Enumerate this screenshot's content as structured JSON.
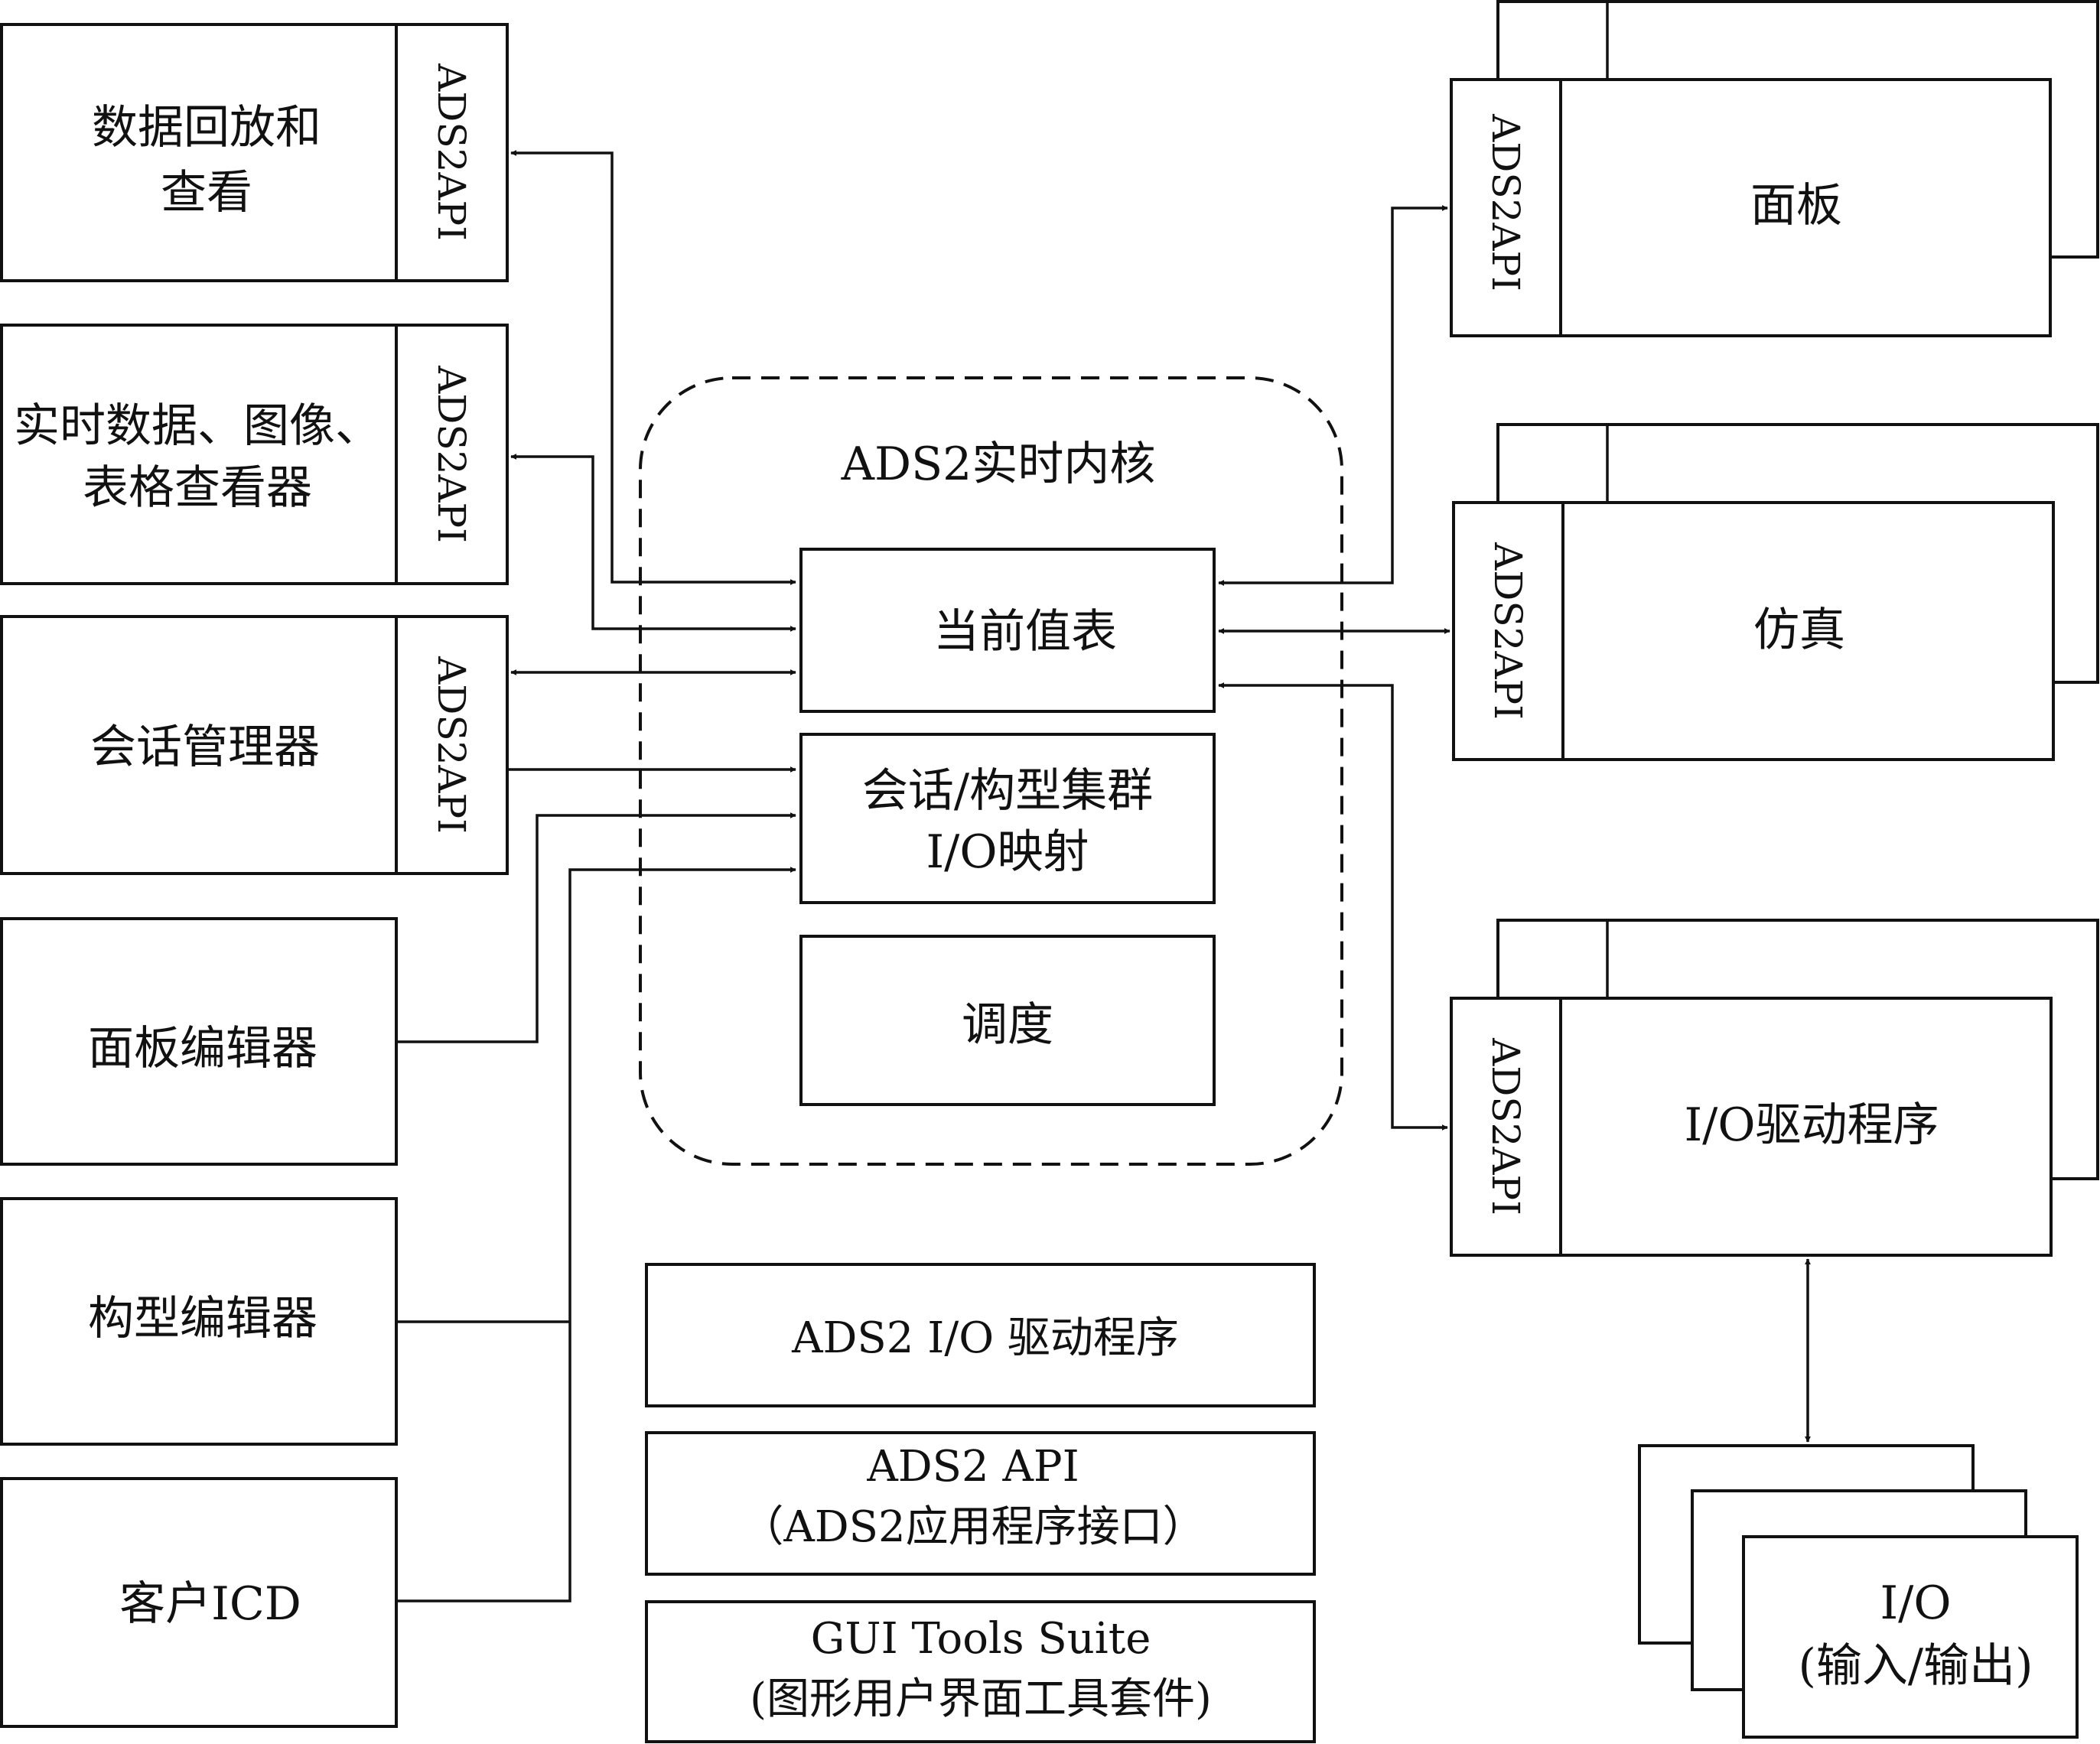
{
  "left_modules": {
    "replay": {
      "line1": "数据回放和",
      "line2": "查看"
    },
    "viewers": {
      "line1": "实时数据、图像、",
      "line2": "表格查看器"
    },
    "session_manager": "会话管理器",
    "panel_editor": "面板编辑器",
    "config_editor": "构型编辑器",
    "customer_icd": "客户ICD"
  },
  "api_tag": "ADS2API",
  "kernel": {
    "title": "ADS2实时内核",
    "cvt": "当前值表",
    "mapping": {
      "line1": "会话/构型集群",
      "line2": "I/O映射"
    },
    "scheduler": "调度"
  },
  "legend": {
    "io_driver": "ADS2 I/O 驱动程序",
    "api": {
      "line1": "ADS2 API",
      "line2": "（ADS2应用程序接口）"
    },
    "gui": {
      "line1": "GUI Tools Suite",
      "line2": "(图形用户界面工具套件)"
    }
  },
  "right_modules": {
    "panel": "面板",
    "simulation": "仿真",
    "io_driver": "I/O驱动程序",
    "io": {
      "line1": "I/O",
      "line2": "(输入/输出)"
    }
  }
}
